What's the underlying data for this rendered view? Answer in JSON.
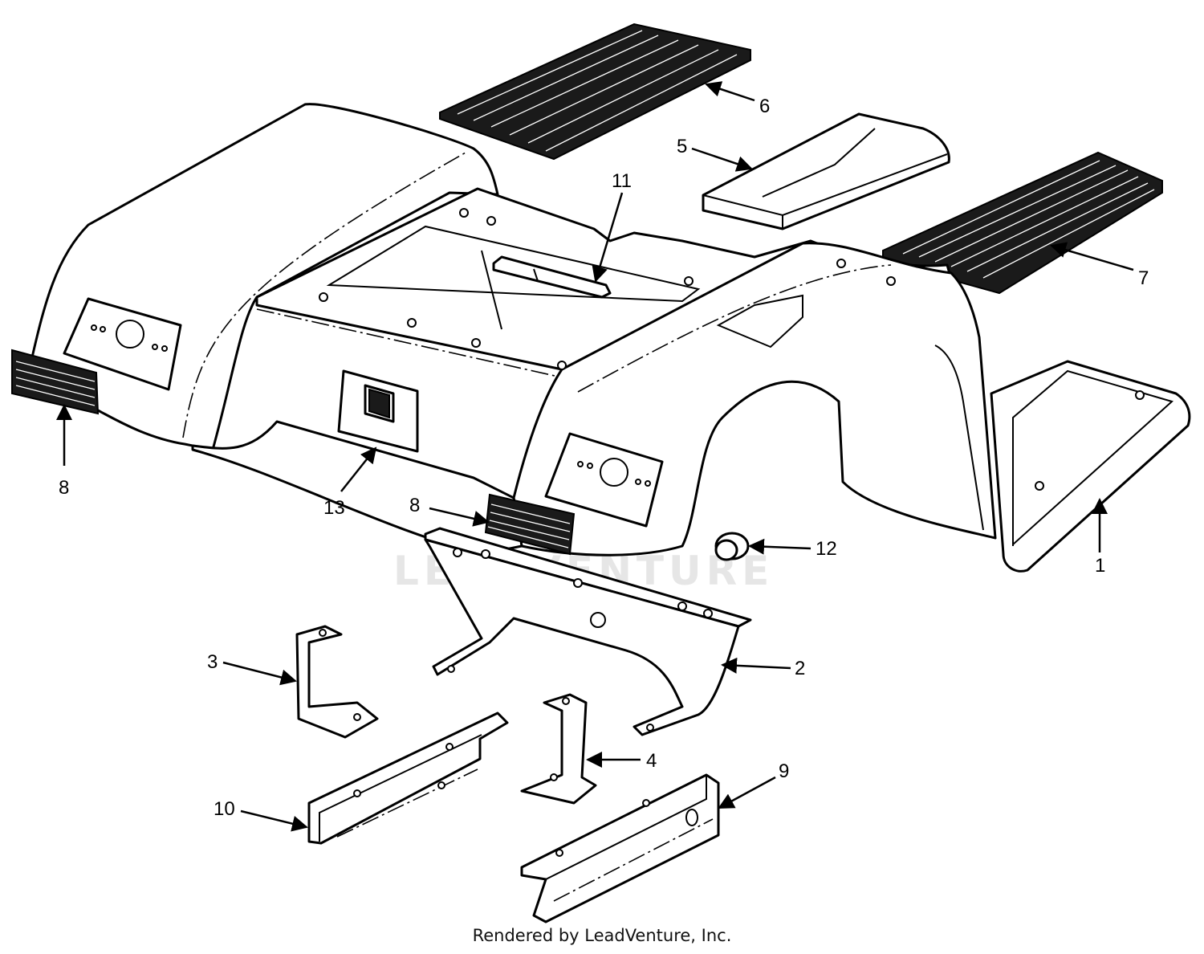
{
  "watermark": "LEADVENTURE",
  "footer": "Rendered by LeadVenture, Inc.",
  "callouts": [
    "1",
    "2",
    "3",
    "4",
    "5",
    "6",
    "7",
    "8",
    "8",
    "9",
    "10",
    "11",
    "12",
    "13"
  ],
  "colors": {
    "line": "#000000",
    "mat": "#1a1a1a",
    "watermark": "#e6e6e6"
  }
}
